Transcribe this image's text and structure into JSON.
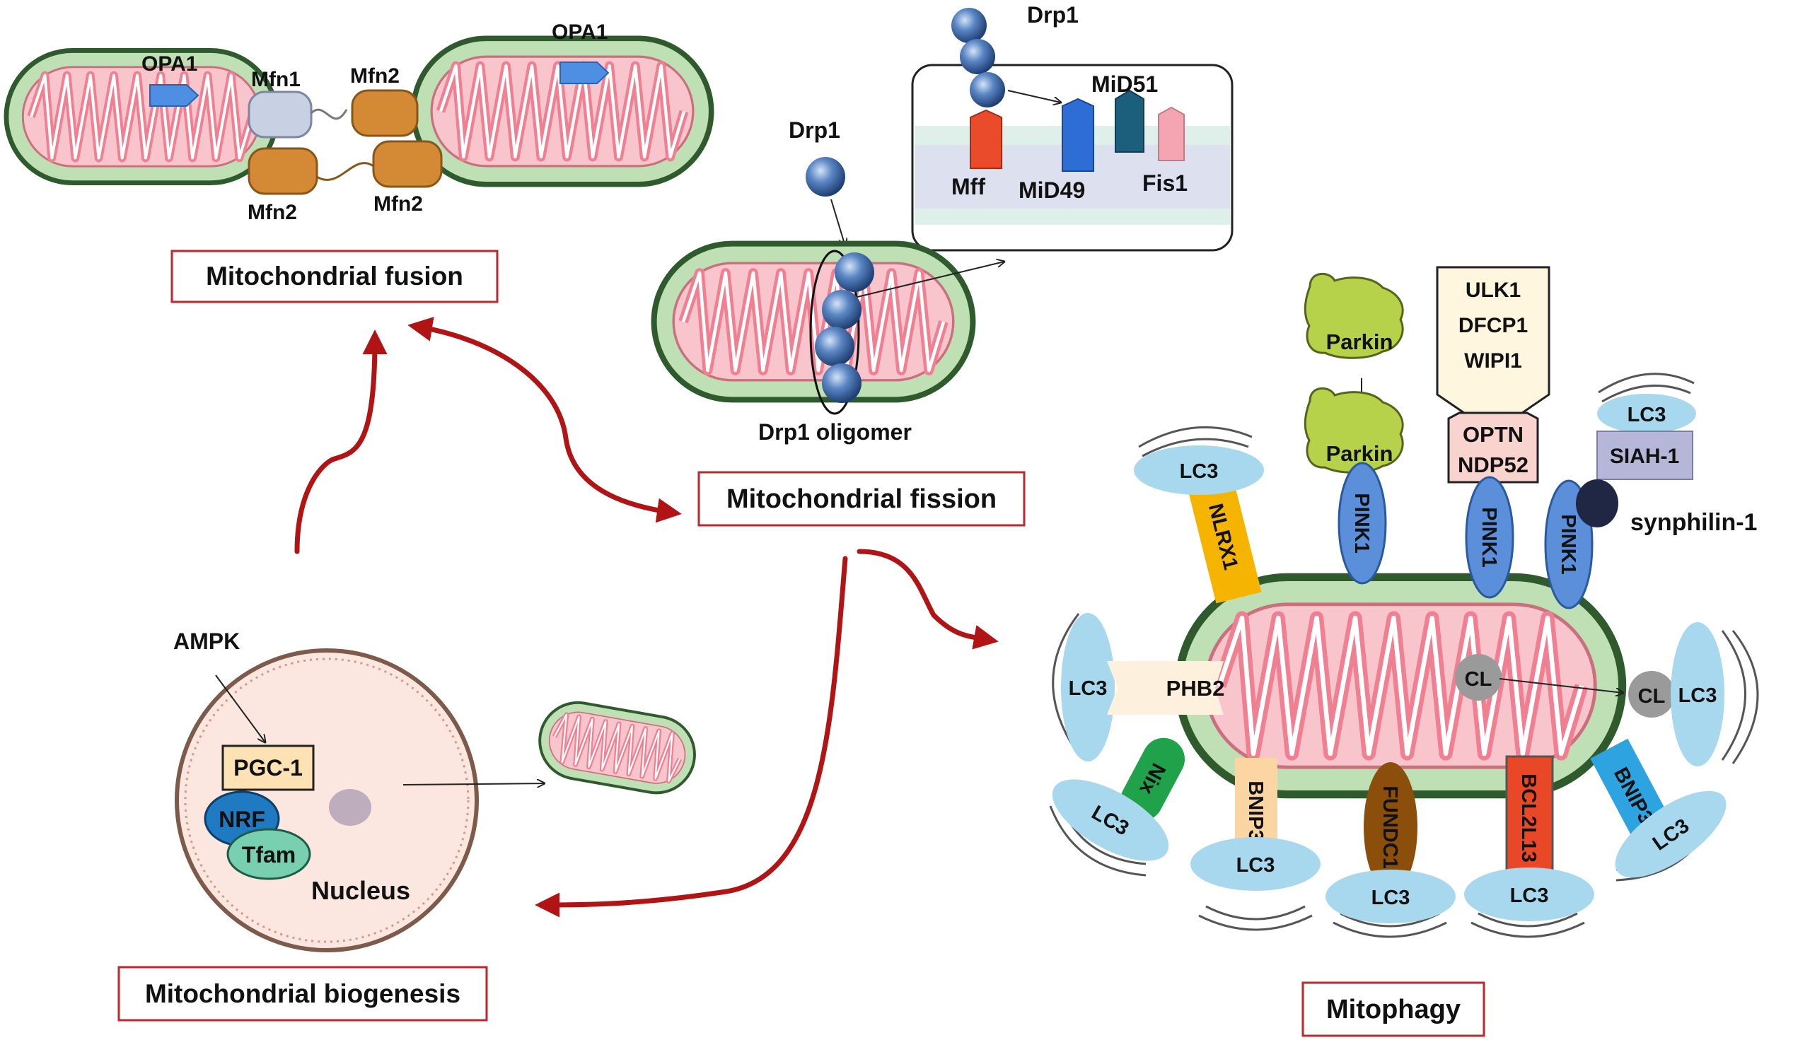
{
  "title_boxes": {
    "fusion": "Mitochondrial fusion",
    "fission": "Mitochondrial fission",
    "biogenesis": "Mitochondrial biogenesis",
    "mitophagy": "Mitophagy"
  },
  "fusion_panel": {
    "opa1_left": "OPA1",
    "opa1_right": "OPA1",
    "mfn1": "Mfn1",
    "mfn2_top": "Mfn2",
    "mfn2_bottom_left": "Mfn2",
    "mfn2_bottom_right": "Mfn2"
  },
  "fission_panel": {
    "drp1_top": "Drp1",
    "drp1_mid": "Drp1",
    "oligomer": "Drp1 oligomer",
    "mff": "Mff",
    "mid49": "MiD49",
    "mid51": "MiD51",
    "fis1": "Fis1"
  },
  "biogenesis_panel": {
    "ampk": "AMPK",
    "pgc1": "PGC-1",
    "nrf": "NRF",
    "tfam": "Tfam",
    "nucleus": "Nucleus"
  },
  "mitophagy_panel": {
    "parkin_top": "Parkin",
    "parkin_bottom": "Parkin",
    "ulk_complex": [
      "ULK1",
      "DFCP1",
      "WIPI1"
    ],
    "optn": "OPTN",
    "ndp52": "NDP52",
    "pink1_a": "PINK1",
    "pink1_b": "PINK1",
    "pink1_c": "PINK1",
    "siah1": "SIAH-1",
    "synphilin": "synphilin-1",
    "nlrx1": "NLRX1",
    "phb2": "PHB2",
    "cl_left": "CL",
    "cl_right": "CL",
    "nix": "Nix",
    "bnip3_a": "BNIP3",
    "bnip3_b": "BNIP3",
    "fundc1": "FUNDC1",
    "bcl2l13": "BCL2L13",
    "lc3": "LC3"
  },
  "colors": {
    "arrow_red": "#b01414",
    "outer_membrane": "#2e5a2e",
    "matrix_green": "#bfe0b4",
    "cristae_pink": "#f4a7b0",
    "lc3_blue": "#a8d8ee",
    "pink1_blue": "#5b8fd9"
  }
}
